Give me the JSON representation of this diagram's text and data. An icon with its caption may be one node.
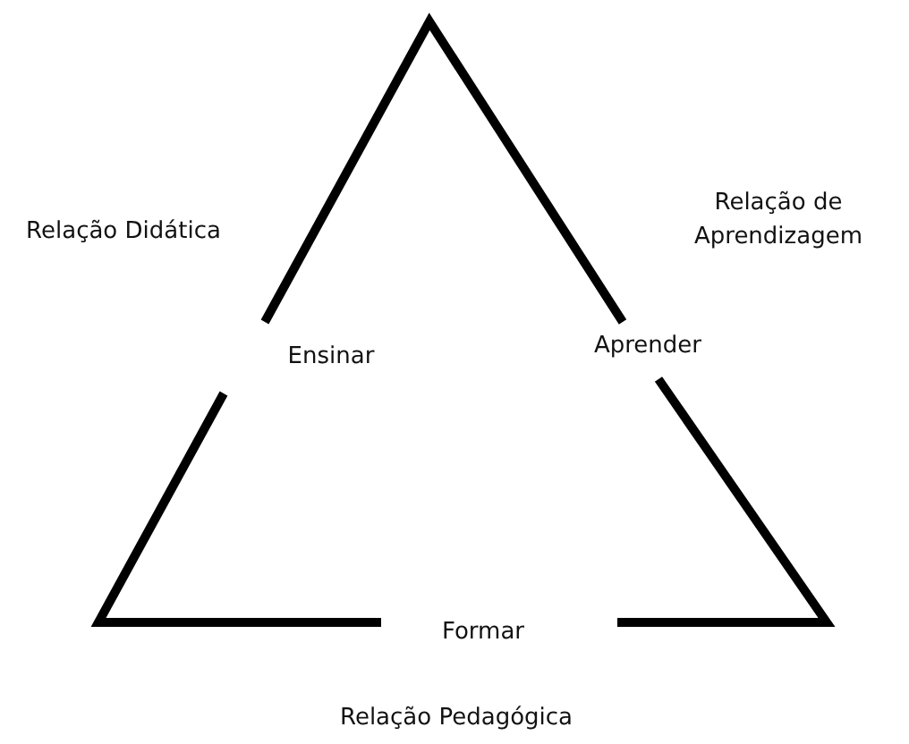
{
  "diagram": {
    "labels": [
      "Relação de Aprendizagem",
      "Relação Didática",
      "Aprender",
      "Ensinar",
      "Formar",
      "Relação Pedagógica"
    ]
  }
}
